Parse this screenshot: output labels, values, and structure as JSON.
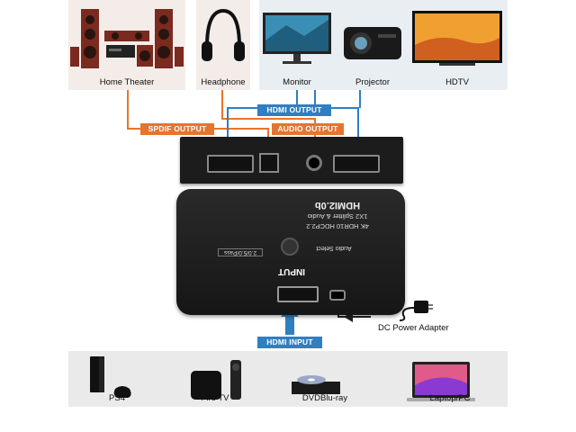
{
  "outputs": {
    "home_theater": "Home Theater",
    "headphone": "Headphone",
    "monitor": "Monitor",
    "projector": "Projector",
    "hdtv": "HDTV"
  },
  "tags": {
    "hdmi_output": "HDMI OUTPUT",
    "spdif_output": "SPDIF OUTPUT",
    "audio_output": "AUDIO OUTPUT",
    "hdmi_input": "HDMI INPUT"
  },
  "device": {
    "brand": "HDMI2.0b",
    "model": "1X2 Splitter & Audio",
    "spec": "4K HDR10 HDCP2.2",
    "button_label": "Audio Select",
    "mode": "2.0/5.0/Pass",
    "input_label": "INPUT"
  },
  "power_label": "DC Power Adapter",
  "sources": {
    "ps4": "PS4",
    "fire_tv": "Fire TV",
    "dvd": "DVDBlu-ray",
    "laptop": "Laptop/PC"
  },
  "colors": {
    "orange": "#e8742c",
    "blue": "#2f7fc1",
    "panel_bg": "#f4ede9",
    "source_bg": "#eaeaea"
  }
}
